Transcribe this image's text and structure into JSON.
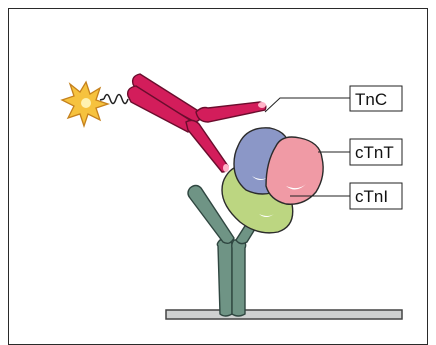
{
  "labels": {
    "tnc": "TnC",
    "ctnt": "cTnT",
    "ctni": "cTnI"
  },
  "colors": {
    "capture_antibody": "#6f9485",
    "detection_antibody": "#d31d5b",
    "tnc_subunit": "#8b97c7",
    "ctnt_subunit": "#f09aa5",
    "ctni_subunit": "#bcd681",
    "signal_label": "#f6c23e",
    "surface": "#cfd1d1"
  },
  "icons": {
    "signal": "starburst-icon",
    "linker": "spring-icon"
  }
}
